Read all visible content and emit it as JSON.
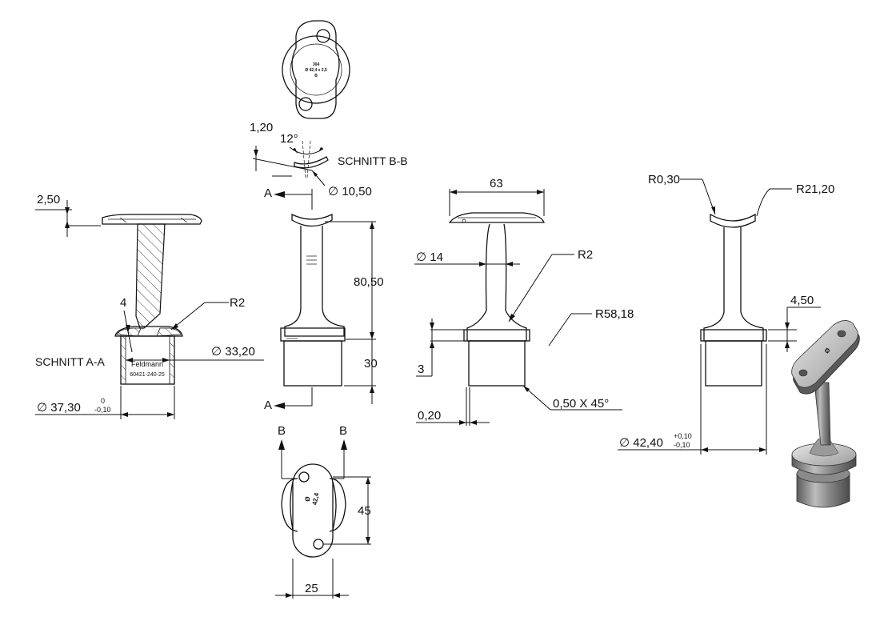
{
  "section_aa": {
    "label": "SCHNITT A-A",
    "dim_2_50": "2,50",
    "dim_4": "4",
    "dim_r2": "R2",
    "dim_d33_20": "33,20",
    "dim_d37_30": "37,30",
    "tol_37_upper": "0",
    "tol_37_lower": "-0,10",
    "engrave_1": "Feldmann",
    "engrave_2": "60421-240-25",
    "diameter_symbol": "∅"
  },
  "front_view": {
    "section_letter_a": "A",
    "dim_1_20": "1,20",
    "dim_12deg": "12°",
    "section_bb_label": "SCHNITT B-B",
    "dim_d10_50": "10,50",
    "dim_80_50": "80,50",
    "dim_30": "30",
    "top_stamp_1": "304",
    "top_stamp_2": "Ø 42,4 x 2,5",
    "top_stamp_3": "B"
  },
  "bottom_view": {
    "section_letter_b": "B",
    "dim_45": "45",
    "dim_25": "25",
    "stamp_1": "Ø",
    "stamp_2": "42,4"
  },
  "side_view": {
    "dim_63": "63",
    "dim_d14": "14",
    "dim_r2": "R2",
    "dim_r58_18": "R58,18",
    "dim_3": "3",
    "dim_0_20": "0,20",
    "dim_chamfer": "0,50 X 45°"
  },
  "right_view": {
    "dim_r0_30": "R0,30",
    "dim_r21_20": "R21,20",
    "dim_4_50": "4,50",
    "dim_d42_40": "42,40",
    "tol_42_upper": "+0,10",
    "tol_42_lower": "-0,10"
  },
  "iso_view": {
    "stamp": "Ø"
  },
  "colors": {
    "line": "#111111",
    "hatch": "#111111",
    "metal_dark": "#6e6e6e",
    "metal_light": "#d9d9d9",
    "background": "#ffffff"
  }
}
